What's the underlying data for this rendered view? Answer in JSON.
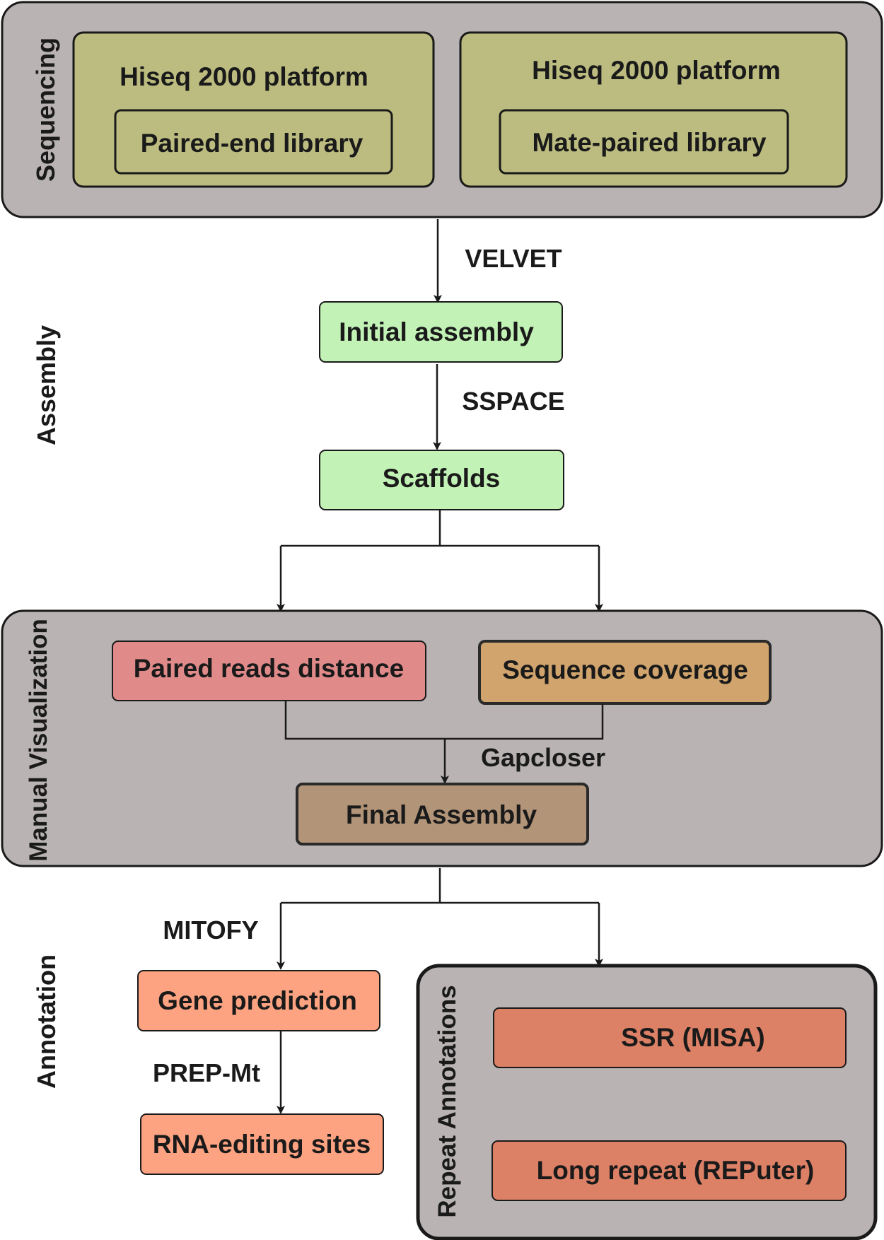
{
  "sections": {
    "sequencing": "Sequencing",
    "assembly": "Assembly",
    "manual_visualization": "Manual Visualization",
    "annotation": "Annotation",
    "repeat_annotations": "Repeat Annotations"
  },
  "sequencing": {
    "platform_left": "Hiseq 2000 platform",
    "library_left": "Paired-end library",
    "platform_right": "Hiseq 2000 platform",
    "library_right": "Mate-paired library"
  },
  "assembly": {
    "tool_velvet": "VELVET",
    "initial_assembly": "Initial assembly",
    "tool_sspace": "SSPACE",
    "scaffolds": "Scaffolds"
  },
  "visualization": {
    "paired_reads_distance": "Paired reads distance",
    "sequence_coverage": "Sequence coverage",
    "tool_gapcloser": "Gapcloser",
    "final_assembly": "Final Assembly"
  },
  "annotation": {
    "tool_mitofy": "MITOFY",
    "gene_prediction": "Gene prediction",
    "tool_prep_mt": "PREP-Mt",
    "rna_editing_sites": "RNA-editing sites",
    "ssr": "SSR (MISA)",
    "long_repeat": "Long repeat (REPuter)"
  },
  "colors": {
    "panel_gray": "#b9b3b3",
    "olive": "#bcbc80",
    "light_green": "#c3f2b6",
    "pink": "#e08a8a",
    "tan": "#d0a46c",
    "brown": "#b29478",
    "salmon": "#fda381",
    "terracotta": "#dc8066"
  }
}
